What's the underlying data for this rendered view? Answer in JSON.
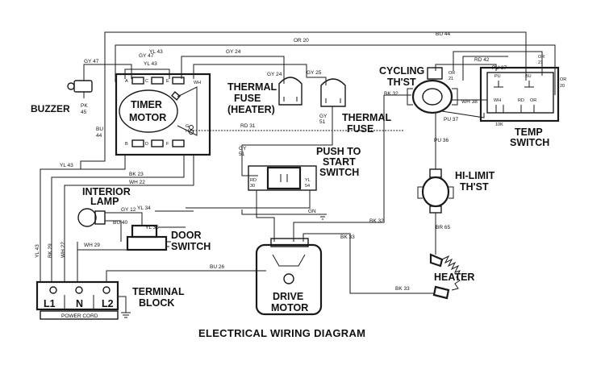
{
  "title": "ELECTRICAL WIRING DIAGRAM",
  "components": {
    "buzzer": "BUZZER",
    "timer_motor": [
      "TIMER",
      "MOTOR"
    ],
    "thermal_fuse_heater": [
      "THERMAL",
      "FUSE",
      "(HEATER)"
    ],
    "thermal_fuse": [
      "THERMAL",
      "FUSE"
    ],
    "cycling_thermostat": [
      "CYCLING",
      "TH'ST"
    ],
    "temp_switch": [
      "TEMP",
      "SWITCH"
    ],
    "push_to_start": [
      "PUSH TO",
      "START",
      "SWITCH"
    ],
    "hi_limit": [
      "HI-LIMIT",
      "TH'ST"
    ],
    "interior_lamp": [
      "INTERIOR",
      "LAMP"
    ],
    "door_switch": [
      "DOOR",
      "SWITCH"
    ],
    "terminal_block": [
      "TERMINAL",
      "BLOCK"
    ],
    "drive_motor": [
      "DRIVE",
      "MOTOR"
    ],
    "heater": "HEATER"
  },
  "terminals": {
    "l1": "L1",
    "n": "N",
    "l2": "L2",
    "power_cord": "POWER CORD"
  },
  "wire_labels": {
    "bu44": "BU 44",
    "or20": "OR 20",
    "gy47": "GY 47",
    "yl43": "YL 43",
    "gy24": "GY 24",
    "gy25": "GY 25",
    "rd42": "RD 42",
    "pu37": "PU 37",
    "or21": "OR 21",
    "wh38": "WH 38",
    "bk32": "BK 32",
    "rd31": "RD 31",
    "gy51": "GY 51",
    "bk23": "BK 23",
    "wh22": "WH 22",
    "pk45": "PK 45",
    "gy12": "GY 12",
    "bu40": "BU 40",
    "yl34": "YL 34",
    "yl35": "YL 35",
    "wh29": "WH 29",
    "bu26": "BU 26",
    "rd30": "RD 30",
    "gn": "GN",
    "bk33": "BK 33",
    "br65": "BR 65",
    "pu36": "PU 36",
    "bk29": "BK 29",
    "yl54": "YL 54"
  },
  "switch_marks": {
    "pu": "PU",
    "bu": "BU",
    "wh": "WH",
    "rd": "RD",
    "or": "OR",
    "r10k": "10K"
  },
  "timer_contacts": {
    "a": "A",
    "b": "B",
    "c": "C",
    "d": "D",
    "e": "E",
    "f": "F",
    "g": "G",
    "h": "H",
    "wh": "WH"
  }
}
